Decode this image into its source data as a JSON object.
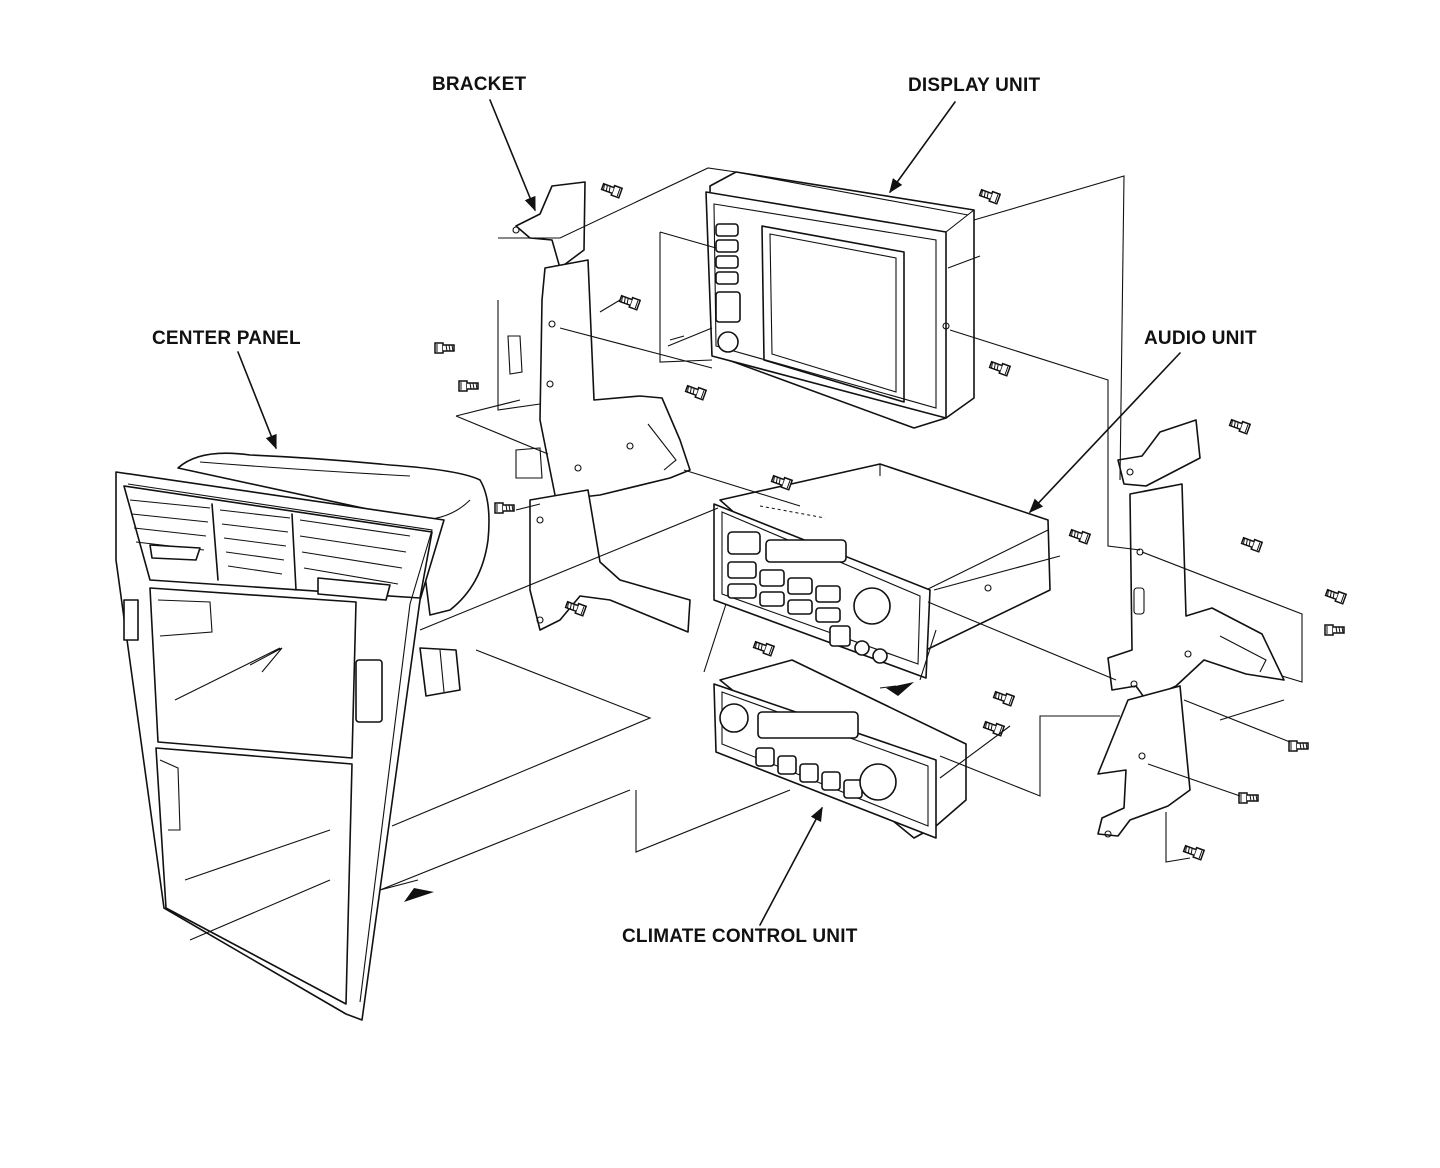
{
  "labels": {
    "bracket": "BRACKET",
    "display_unit": "DISPLAY UNIT",
    "center_panel": "CENTER PANEL",
    "audio_unit": "AUDIO UNIT",
    "climate_control_unit": "CLIMATE CONTROL UNIT"
  },
  "colors": {
    "line": "#111111",
    "background": "#ffffff"
  },
  "icons": [
    "screw-icon",
    "arrow-icon"
  ]
}
